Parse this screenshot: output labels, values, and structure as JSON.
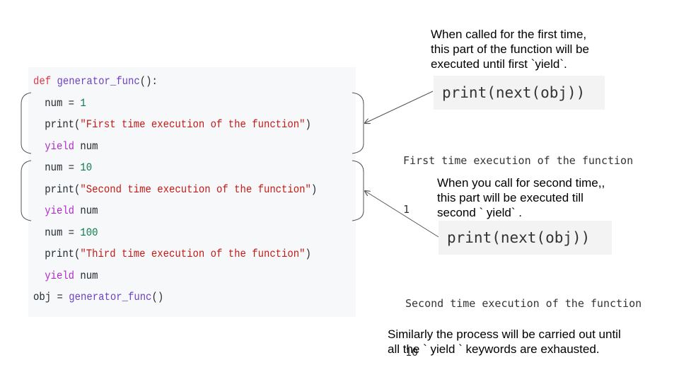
{
  "code": {
    "lines": [
      {
        "indent": 0,
        "tokens": [
          {
            "t": "def",
            "c": "kw"
          },
          {
            "t": " "
          },
          {
            "t": "generator_func",
            "c": "fn"
          },
          {
            "t": "():"
          }
        ]
      },
      {
        "indent": 1,
        "tokens": [
          {
            "t": "num = "
          },
          {
            "t": "1",
            "c": "num"
          }
        ]
      },
      {
        "indent": 1,
        "tokens": [
          {
            "t": "print("
          },
          {
            "t": "\"First time execution of the function\"",
            "c": "str"
          },
          {
            "t": ")"
          }
        ]
      },
      {
        "indent": 1,
        "tokens": [
          {
            "t": "yield",
            "c": "yk"
          },
          {
            "t": " num"
          }
        ]
      },
      {
        "indent": 1,
        "tokens": [
          {
            "t": "num = "
          },
          {
            "t": "10",
            "c": "num"
          }
        ]
      },
      {
        "indent": 1,
        "tokens": [
          {
            "t": "print("
          },
          {
            "t": "\"Second time execution of the function\"",
            "c": "str"
          },
          {
            "t": ")"
          }
        ]
      },
      {
        "indent": 1,
        "tokens": [
          {
            "t": "yield",
            "c": "yk"
          },
          {
            "t": " num"
          }
        ]
      },
      {
        "indent": 1,
        "tokens": [
          {
            "t": "num = "
          },
          {
            "t": "100",
            "c": "num"
          }
        ]
      },
      {
        "indent": 1,
        "tokens": [
          {
            "t": "print("
          },
          {
            "t": "\"Third time execution of the function\"",
            "c": "str"
          },
          {
            "t": ")"
          }
        ]
      },
      {
        "indent": 1,
        "tokens": [
          {
            "t": "yield",
            "c": "yk"
          },
          {
            "t": " num"
          }
        ]
      },
      {
        "indent": 0,
        "tokens": [
          {
            "t": "obj = "
          },
          {
            "t": "generator_func",
            "c": "fn"
          },
          {
            "t": "()"
          }
        ]
      }
    ]
  },
  "annotations": {
    "first_note": [
      "When called for the first time,",
      "this part of the function will be",
      "executed until first `yield`."
    ],
    "first_call": "print(next(obj))",
    "first_output": [
      "First time execution of the function",
      "1"
    ],
    "second_note": [
      "When you call for second time,,",
      "this part will be executed till",
      "second ` yield` ."
    ],
    "second_call": "print(next(obj))",
    "second_output": [
      "Second time execution of the function",
      "10"
    ],
    "footer_note": [
      "Similarly the process will be carried out until",
      "all the ` yield ` keywords are exhausted."
    ]
  },
  "colors": {
    "keyword": "#d73a49",
    "function_name": "#6f42c1",
    "string": "#c41a16",
    "number": "#0a7a4a",
    "yield": "#b02cc9",
    "code_background": "#f6f8fa",
    "call_background": "#f3f3f3"
  }
}
